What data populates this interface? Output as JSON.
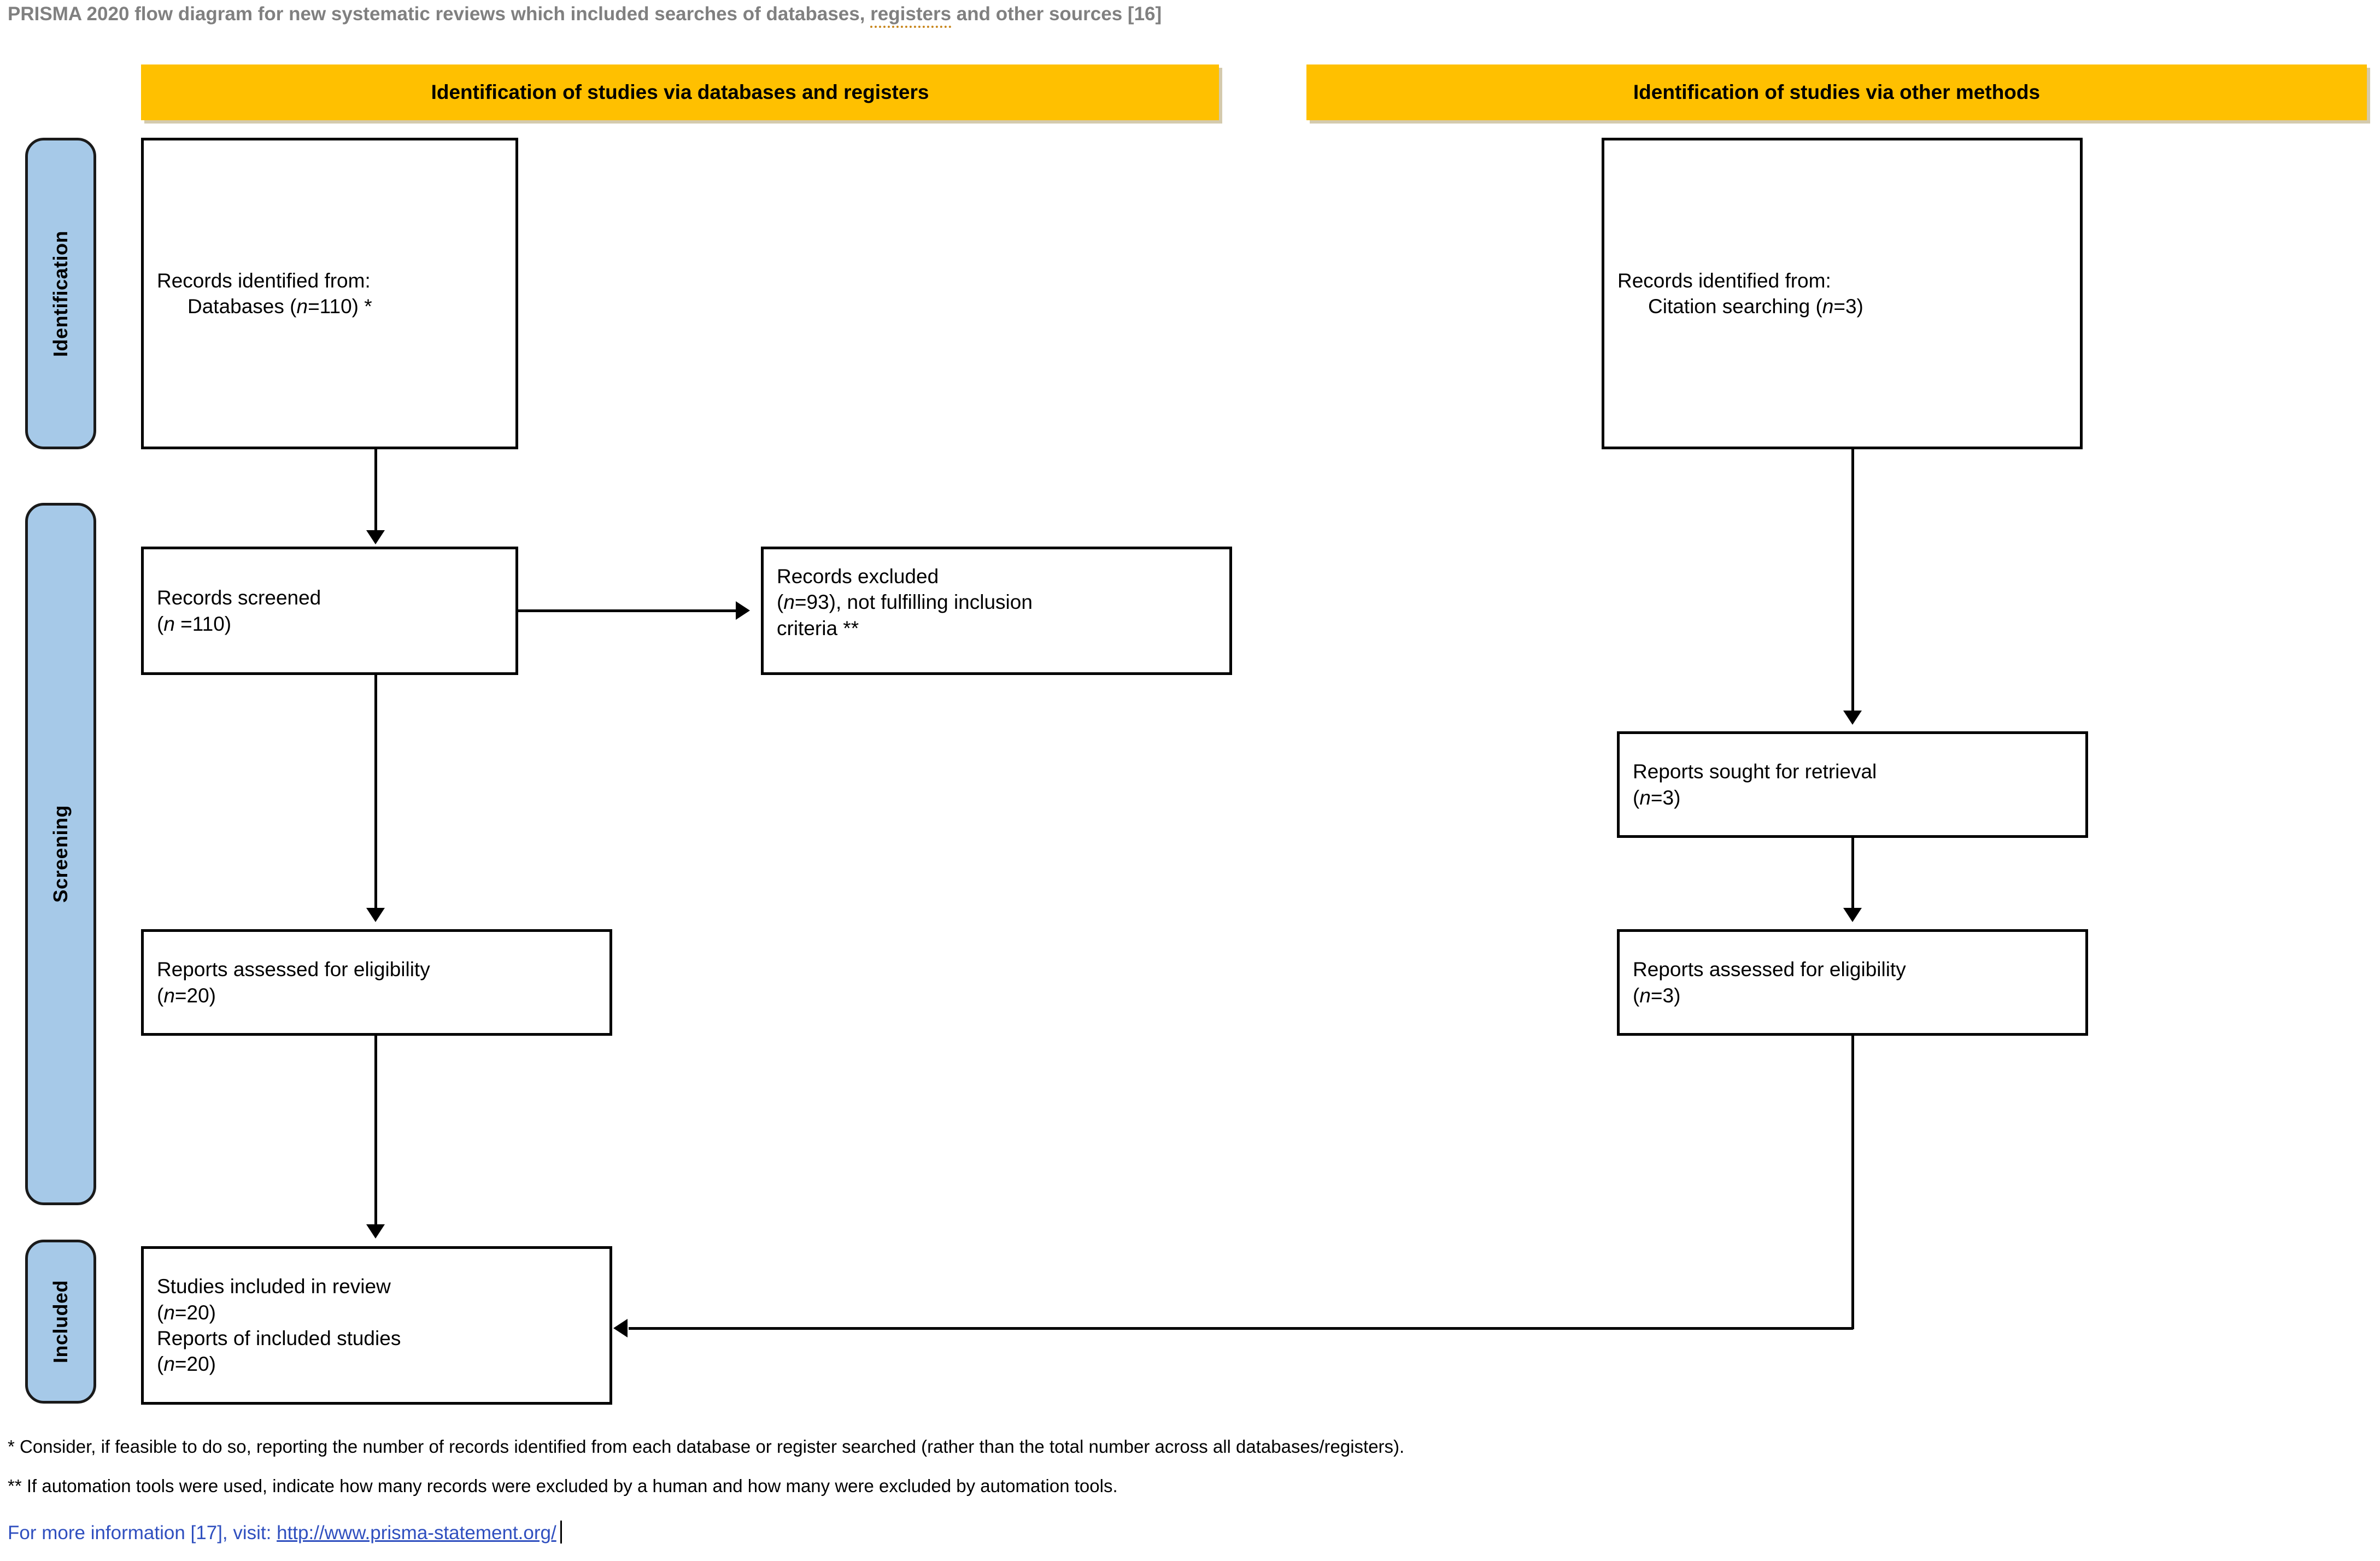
{
  "title": {
    "before": "PRISMA 2020 flow diagram for new systematic reviews which included searches of databases, ",
    "spellchecked_word": "registers",
    "after": " and other sources [16]"
  },
  "stages": [
    {
      "label": "Identification"
    },
    {
      "label": "Screening"
    },
    {
      "label": "Included"
    }
  ],
  "banners": [
    {
      "label": "Identification of studies via databases and registers"
    },
    {
      "label": "Identification of studies via other methods"
    }
  ],
  "nodes": {
    "db_identified": {
      "line1": "Records identified from:",
      "line2_prefix": "Databases (",
      "line2_italic": "n",
      "line2_suffix": "=110) *"
    },
    "records_screened": {
      "line1": "Records screened",
      "line2_prefix": "(",
      "line2_italic": "n",
      "line2_suffix": " =110)"
    },
    "records_excluded": {
      "line1": "Records excluded",
      "line2_prefix": "(",
      "line2_italic": "n",
      "line2_suffix": "=93), not fulfilling inclusion",
      "line3": "criteria **"
    },
    "reports_eligibility_left": {
      "line1": "Reports assessed for eligibility",
      "line2_prefix": "(",
      "line2_italic": "n",
      "line2_suffix": "=20)"
    },
    "studies_included": {
      "line1": "Studies included in review",
      "line2_prefix": "(",
      "line2_italic": "n",
      "line2_suffix": "=20)",
      "line3": "Reports of included studies",
      "line4_prefix": "(",
      "line4_italic": "n",
      "line4_suffix": "=20)"
    },
    "other_identified": {
      "line1": "Records identified from:",
      "line2_prefix": "Citation searching (",
      "line2_italic": "n",
      "line2_suffix": "=3)"
    },
    "reports_sought": {
      "line1": "Reports sought for retrieval",
      "line2_prefix": "(",
      "line2_italic": "n",
      "line2_suffix": "=3)"
    },
    "reports_eligibility_right": {
      "line1": "Reports assessed for eligibility",
      "line2_prefix": "(",
      "line2_italic": "n",
      "line2_suffix": "=3)"
    }
  },
  "footnotes": {
    "one": "* Consider, if feasible to do so, reporting the number of records identified from each database or register searched (rather than the total number across all databases/registers).",
    "two": "** If automation tools were used, indicate how many records were excluded by a human and how many were excluded by automation tools."
  },
  "more_info": {
    "prefix": "For more information [17], visit: ",
    "link_text": "http://www.prisma-statement.org/"
  },
  "colors": {
    "banner": "#FFC000",
    "stage_tab": "#A6C9E8",
    "title_text": "#808080",
    "link": "#2F4FBF",
    "spellcheck_underline": "#C8861C",
    "box_border": "#000000"
  }
}
